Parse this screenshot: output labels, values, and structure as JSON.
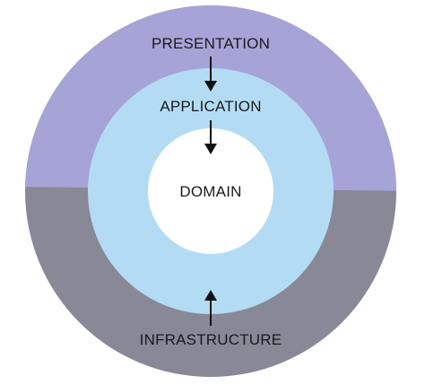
{
  "diagram": {
    "layers": {
      "presentation": {
        "label": "PRESENTATION",
        "color": "#a6a3d7"
      },
      "infrastructure": {
        "label": "INFRASTRUCTURE",
        "color": "#898897"
      },
      "application": {
        "label": "APPLICATION",
        "color": "#b3dcf4"
      },
      "domain": {
        "label": "DOMAIN",
        "color": "#ffffff"
      }
    },
    "arrows": [
      {
        "from": "presentation",
        "to": "application",
        "direction": "down"
      },
      {
        "from": "application",
        "to": "domain",
        "direction": "down"
      },
      {
        "from": "infrastructure",
        "to": "application",
        "direction": "up"
      }
    ],
    "arrow_color": "#111111"
  }
}
